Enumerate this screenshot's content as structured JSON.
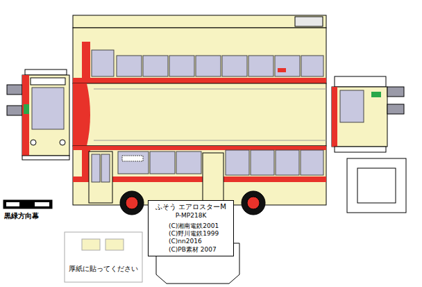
{
  "diagram": {
    "nodes": [
      {
        "text": [
          "ふそう エアロスターM",
          "P-MP218K",
          "(C)湘南電鉄2001",
          "(C)野川電鉄1999",
          "(C)nn2016",
          "(C)PB素材 2007"
        ]
      },
      {
        "text": [
          "厚紙に貼ってください"
        ]
      }
    ],
    "labels": [
      "黒緑方向幕"
    ]
  }
}
